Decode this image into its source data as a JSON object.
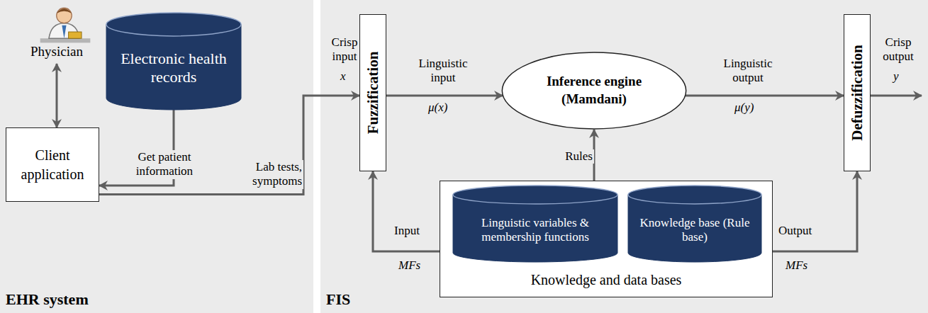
{
  "diagram": {
    "nodes": [
      {
        "text": [
          "EHR system"
        ]
      },
      {
        "text": [
          "Physician"
        ],
        "in": 0
      },
      {
        "text": [
          "Electronic health records"
        ],
        "in": 0
      },
      {
        "text": [
          "Client application"
        ],
        "in": 0
      },
      {
        "text": [
          "FIS"
        ]
      },
      {
        "text": [
          "Fuzzification"
        ],
        "in": 4
      },
      {
        "text": [
          "Inference engine (Mamdani)"
        ],
        "in": 4
      },
      {
        "text": [
          "Defuzzification"
        ],
        "in": 4
      },
      {
        "text": [
          "Knowledge and data bases"
        ],
        "in": 4
      },
      {
        "text": [
          "Linguistic variables & membership functions"
        ],
        "in": 8
      },
      {
        "text": [
          "Knowledge base (Rule base)"
        ],
        "in": 8
      }
    ],
    "edges": [
      {
        "from": 1,
        "to": 3,
        "arrow": "both"
      },
      {
        "from": 2,
        "to": 3,
        "label": "Get patient information",
        "arrow": "to"
      },
      {
        "from": 3,
        "to": 5,
        "label": "Lab tests, symptoms",
        "arrow": "to"
      },
      {
        "from": 5,
        "to": 6,
        "arrow": "to"
      },
      {
        "from": 6,
        "to": 7,
        "arrow": "to"
      },
      {
        "from": 8,
        "to": 6,
        "label": "Rules",
        "arrow": "to"
      },
      {
        "from": 8,
        "to": 5,
        "arrow": "to"
      },
      {
        "from": 8,
        "to": 7,
        "arrow": "to"
      }
    ],
    "labels": [
      "Crisp input",
      "x",
      "Linguistic input",
      "μ(x)",
      "Linguistic output",
      "μ(y)",
      "Crisp output",
      "y",
      "Input",
      "MFs",
      "Output",
      "MFs"
    ]
  }
}
